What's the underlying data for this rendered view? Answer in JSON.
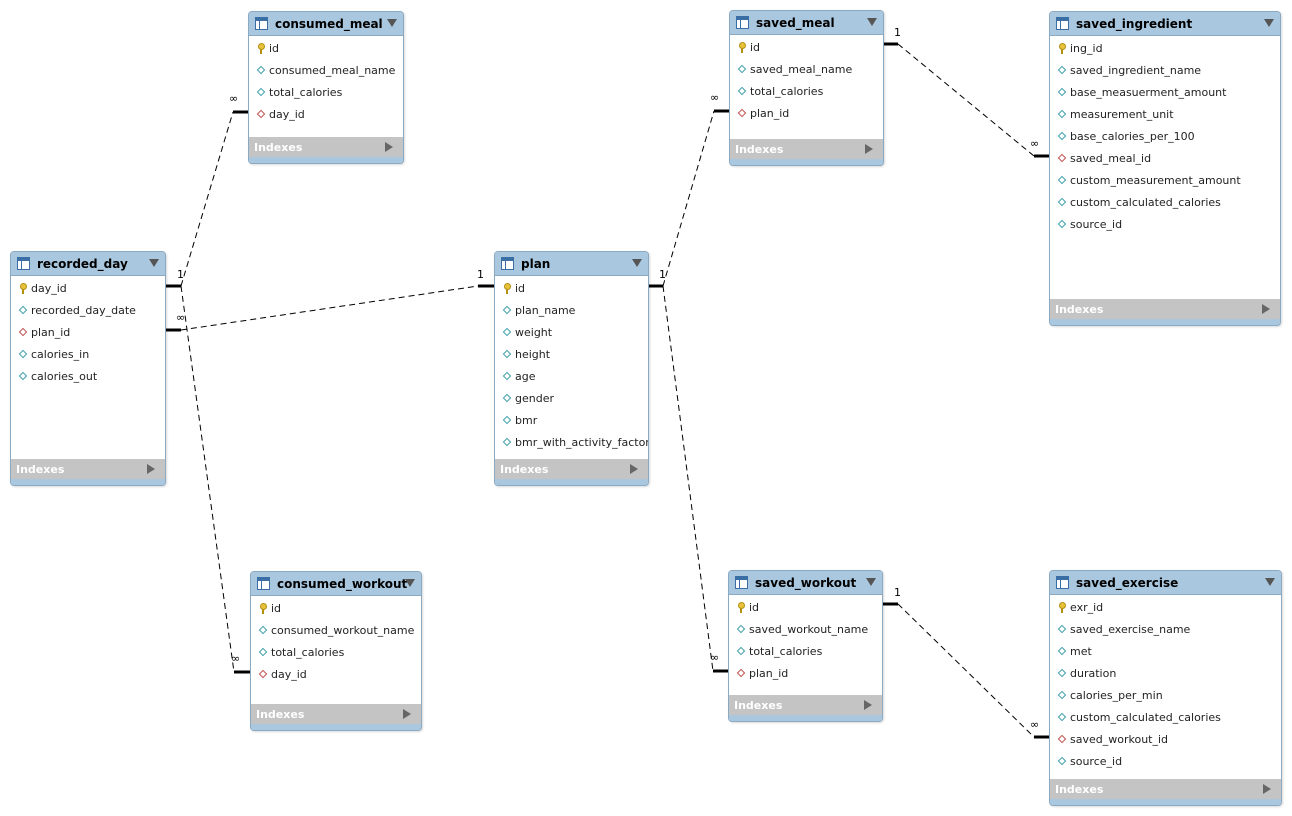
{
  "indexes_label": "Indexes",
  "tables": {
    "consumed_meal": {
      "name": "consumed_meal",
      "columns": [
        {
          "name": "id",
          "kind": "pk"
        },
        {
          "name": "consumed_meal_name",
          "kind": "col"
        },
        {
          "name": "total_calories",
          "kind": "col"
        },
        {
          "name": "day_id",
          "kind": "fk"
        }
      ]
    },
    "saved_meal": {
      "name": "saved_meal",
      "columns": [
        {
          "name": "id",
          "kind": "pk"
        },
        {
          "name": "saved_meal_name",
          "kind": "col"
        },
        {
          "name": "total_calories",
          "kind": "col"
        },
        {
          "name": "plan_id",
          "kind": "fk"
        }
      ]
    },
    "saved_ingredient": {
      "name": "saved_ingredient",
      "columns": [
        {
          "name": "ing_id",
          "kind": "pk"
        },
        {
          "name": "saved_ingredient_name",
          "kind": "col"
        },
        {
          "name": "base_measuerment_amount",
          "kind": "col"
        },
        {
          "name": "measurement_unit",
          "kind": "col"
        },
        {
          "name": "base_calories_per_100",
          "kind": "col"
        },
        {
          "name": "saved_meal_id",
          "kind": "fk"
        },
        {
          "name": "custom_measurement_amount",
          "kind": "col"
        },
        {
          "name": "custom_calculated_calories",
          "kind": "col"
        },
        {
          "name": "source_id",
          "kind": "col"
        }
      ]
    },
    "recorded_day": {
      "name": "recorded_day",
      "columns": [
        {
          "name": "day_id",
          "kind": "pk"
        },
        {
          "name": "recorded_day_date",
          "kind": "col"
        },
        {
          "name": "plan_id",
          "kind": "fk"
        },
        {
          "name": "calories_in",
          "kind": "col"
        },
        {
          "name": "calories_out",
          "kind": "col"
        }
      ]
    },
    "plan": {
      "name": "plan",
      "columns": [
        {
          "name": "id",
          "kind": "pk"
        },
        {
          "name": "plan_name",
          "kind": "col"
        },
        {
          "name": "weight",
          "kind": "col"
        },
        {
          "name": "height",
          "kind": "col"
        },
        {
          "name": "age",
          "kind": "col"
        },
        {
          "name": "gender",
          "kind": "col"
        },
        {
          "name": "bmr",
          "kind": "col"
        },
        {
          "name": "bmr_with_activity_factor",
          "kind": "col"
        }
      ]
    },
    "consumed_workout": {
      "name": "consumed_workout",
      "columns": [
        {
          "name": "id",
          "kind": "pk"
        },
        {
          "name": "consumed_workout_name",
          "kind": "col"
        },
        {
          "name": "total_calories",
          "kind": "col"
        },
        {
          "name": "day_id",
          "kind": "fk"
        }
      ]
    },
    "saved_workout": {
      "name": "saved_workout",
      "columns": [
        {
          "name": "id",
          "kind": "pk"
        },
        {
          "name": "saved_workout_name",
          "kind": "col"
        },
        {
          "name": "total_calories",
          "kind": "col"
        },
        {
          "name": "plan_id",
          "kind": "fk"
        }
      ]
    },
    "saved_exercise": {
      "name": "saved_exercise",
      "columns": [
        {
          "name": "exr_id",
          "kind": "pk"
        },
        {
          "name": "saved_exercise_name",
          "kind": "col"
        },
        {
          "name": "met",
          "kind": "col"
        },
        {
          "name": "duration",
          "kind": "col"
        },
        {
          "name": "calories_per_min",
          "kind": "col"
        },
        {
          "name": "custom_calculated_calories",
          "kind": "col"
        },
        {
          "name": "saved_workout_id",
          "kind": "fk"
        },
        {
          "name": "source_id",
          "kind": "col"
        }
      ]
    }
  },
  "relationships": [
    {
      "from": "recorded_day",
      "to": "consumed_meal",
      "one": "1",
      "many": "∞"
    },
    {
      "from": "recorded_day",
      "to": "consumed_workout",
      "one": "1",
      "many": "∞"
    },
    {
      "from": "plan",
      "to": "recorded_day",
      "one": "1",
      "many": "∞"
    },
    {
      "from": "plan",
      "to": "saved_meal",
      "one": "1",
      "many": "∞"
    },
    {
      "from": "plan",
      "to": "saved_workout",
      "one": "1",
      "many": "∞"
    },
    {
      "from": "saved_meal",
      "to": "saved_ingredient",
      "one": "1",
      "many": "∞"
    },
    {
      "from": "saved_workout",
      "to": "saved_exercise",
      "one": "1",
      "many": "∞"
    }
  ]
}
